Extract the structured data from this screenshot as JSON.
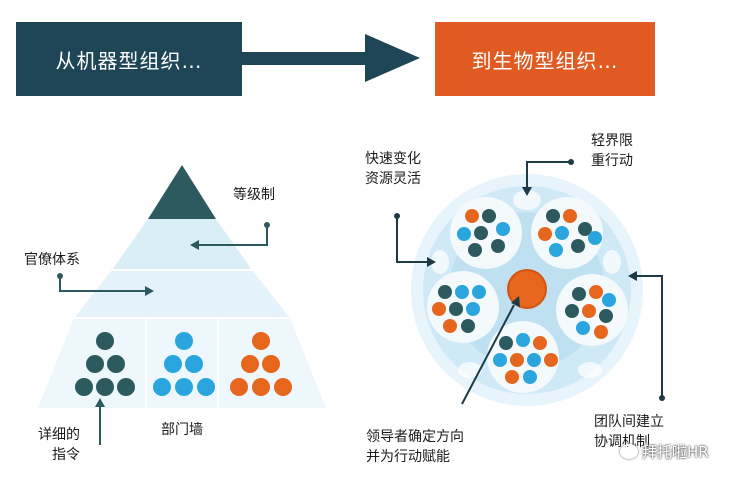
{
  "header": {
    "from_label": "从机器型组织…",
    "to_label": "到生物型组织…"
  },
  "pyramid": {
    "hierarchy_label": "等级制",
    "bureaucracy_label": "官僚体系",
    "silos_label": "部门墙",
    "instructions_line1": "详细的",
    "instructions_line2": "指令"
  },
  "organism": {
    "agility_line1": "快速变化",
    "agility_line2": "资源灵活",
    "boundaries_line1": "轻界限",
    "boundaries_line2": "重行动",
    "leader_line1": "领导者确定方向",
    "leader_line2": "并为行动赋能",
    "teams_line1": "团队间建立",
    "teams_line2": "协调机制"
  },
  "watermark": "拜托啦HR",
  "colors": {
    "dark_teal": "#2c5a5e",
    "light_blue": "#2aa5dd",
    "orange": "#e6661e",
    "navy": "#1e4656"
  }
}
